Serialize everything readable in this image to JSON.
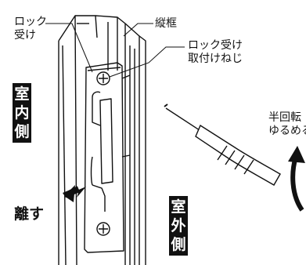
{
  "labels": {
    "lock_receiver_l1": "ロック",
    "lock_receiver_l2": "受け",
    "vertical_frame": "縦框",
    "screw_l1": "ロック受け",
    "screw_l2": "取付けねじ",
    "half_turn_l1": "半回転",
    "half_turn_l2": "ゆるめる",
    "separate": "離す",
    "indoor": [
      "室",
      "内",
      "側"
    ],
    "outdoor": [
      "室",
      "外",
      "側"
    ]
  },
  "colors": {
    "ink": "#111111",
    "badge": "#111111",
    "paper": "#ffffff"
  },
  "icons": [
    "screwdriver-icon",
    "rotate-arrow-icon",
    "pull-arrow-icon",
    "screw-icon"
  ]
}
